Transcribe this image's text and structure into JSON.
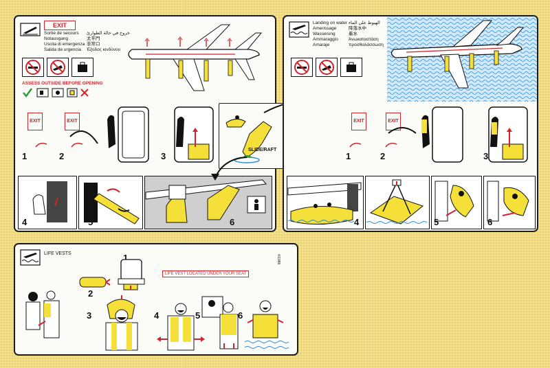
{
  "exit_panel": {
    "badge": "EXIT",
    "languages": [
      "Sortie de secours",
      "Notausgang",
      "Uscita di emergenza",
      "Salida de urgencia"
    ],
    "languages_right": [
      "خروج في حالة الطوارئ",
      "太平門",
      "非常口",
      "Έξοδος κινδύνου"
    ],
    "warning": "ASSESS OUTSIDE BEFORE OPENING",
    "exit_sign": "EXIT",
    "steps": [
      "1",
      "2",
      "3",
      "4",
      "5",
      "6"
    ]
  },
  "slide_raft": {
    "label": "SLIDE/RAFT"
  },
  "water_panel": {
    "languages": [
      "Landing on water",
      "Amerissage",
      "Wasserung",
      "Ammaraggio",
      "Amaraje"
    ],
    "languages_right": [
      "الهبوط على الماء",
      "降落水中",
      "着水",
      "Άνωκαταστάση",
      "προσθαλάσσωση"
    ],
    "exit_sign": "EXIT",
    "steps": [
      "1",
      "2",
      "3",
      "4",
      "5",
      "6"
    ]
  },
  "vest_panel": {
    "title": "LIFE VESTS",
    "caption": "LIFE VEST LOCATED UNDER YOUR SEAT",
    "code": "4/1986",
    "steps": [
      "1",
      "2",
      "3",
      "4",
      "5",
      "6"
    ]
  },
  "colors": {
    "accent": "#d2232a",
    "highlight": "#f5e03a",
    "water": "#2a8bd6",
    "background": "#f2df8c"
  }
}
